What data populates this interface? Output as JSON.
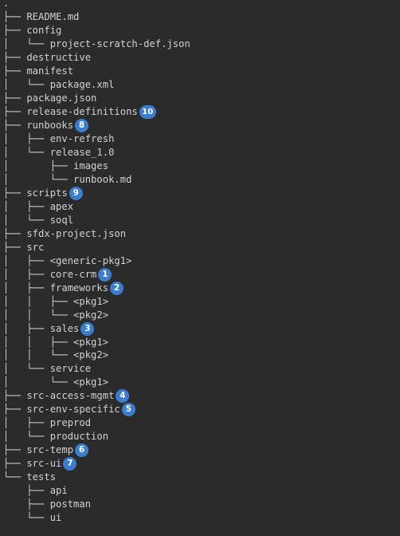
{
  "tree": {
    "lines": [
      {
        "text": ".",
        "badge": ""
      },
      {
        "text": "├── README.md",
        "badge": ""
      },
      {
        "text": "├── config",
        "badge": ""
      },
      {
        "text": "│   └── project-scratch-def.json",
        "badge": ""
      },
      {
        "text": "├── destructive",
        "badge": ""
      },
      {
        "text": "├── manifest",
        "badge": ""
      },
      {
        "text": "│   └── package.xml",
        "badge": ""
      },
      {
        "text": "├── package.json",
        "badge": ""
      },
      {
        "text": "├── release-definitions",
        "badge": "10"
      },
      {
        "text": "├── runbooks",
        "badge": "8"
      },
      {
        "text": "│   ├── env-refresh",
        "badge": ""
      },
      {
        "text": "│   └── release_1.0",
        "badge": ""
      },
      {
        "text": "│       ├── images",
        "badge": ""
      },
      {
        "text": "│       └── runbook.md",
        "badge": ""
      },
      {
        "text": "├── scripts",
        "badge": "9"
      },
      {
        "text": "│   ├── apex",
        "badge": ""
      },
      {
        "text": "│   └── soql",
        "badge": ""
      },
      {
        "text": "├── sfdx-project.json",
        "badge": ""
      },
      {
        "text": "├── src",
        "badge": ""
      },
      {
        "text": "│   ├── <generic-pkg1>",
        "badge": ""
      },
      {
        "text": "│   ├── core-crm",
        "badge": "1"
      },
      {
        "text": "│   ├── frameworks",
        "badge": "2"
      },
      {
        "text": "│   │   ├── <pkg1>",
        "badge": ""
      },
      {
        "text": "│   │   └── <pkg2>",
        "badge": ""
      },
      {
        "text": "│   ├── sales",
        "badge": "3"
      },
      {
        "text": "│   │   ├── <pkg1>",
        "badge": ""
      },
      {
        "text": "│   │   └── <pkg2>",
        "badge": ""
      },
      {
        "text": "│   └── service",
        "badge": ""
      },
      {
        "text": "│       └── <pkg1>",
        "badge": ""
      },
      {
        "text": "├── src-access-mgmt",
        "badge": "4"
      },
      {
        "text": "├── src-env-specific",
        "badge": "5"
      },
      {
        "text": "│   ├── preprod",
        "badge": ""
      },
      {
        "text": "│   └── production",
        "badge": ""
      },
      {
        "text": "├── src-temp",
        "badge": "6"
      },
      {
        "text": "├── src-ui",
        "badge": "7"
      },
      {
        "text": "└── tests",
        "badge": ""
      },
      {
        "text": "    ├── api",
        "badge": ""
      },
      {
        "text": "    ├── postman",
        "badge": ""
      },
      {
        "text": "    └── ui",
        "badge": ""
      }
    ]
  },
  "colors": {
    "background": "#2b2b2b",
    "text": "#d2d2d2",
    "badge": "#3b7dcf",
    "badge_text": "#ffffff"
  }
}
